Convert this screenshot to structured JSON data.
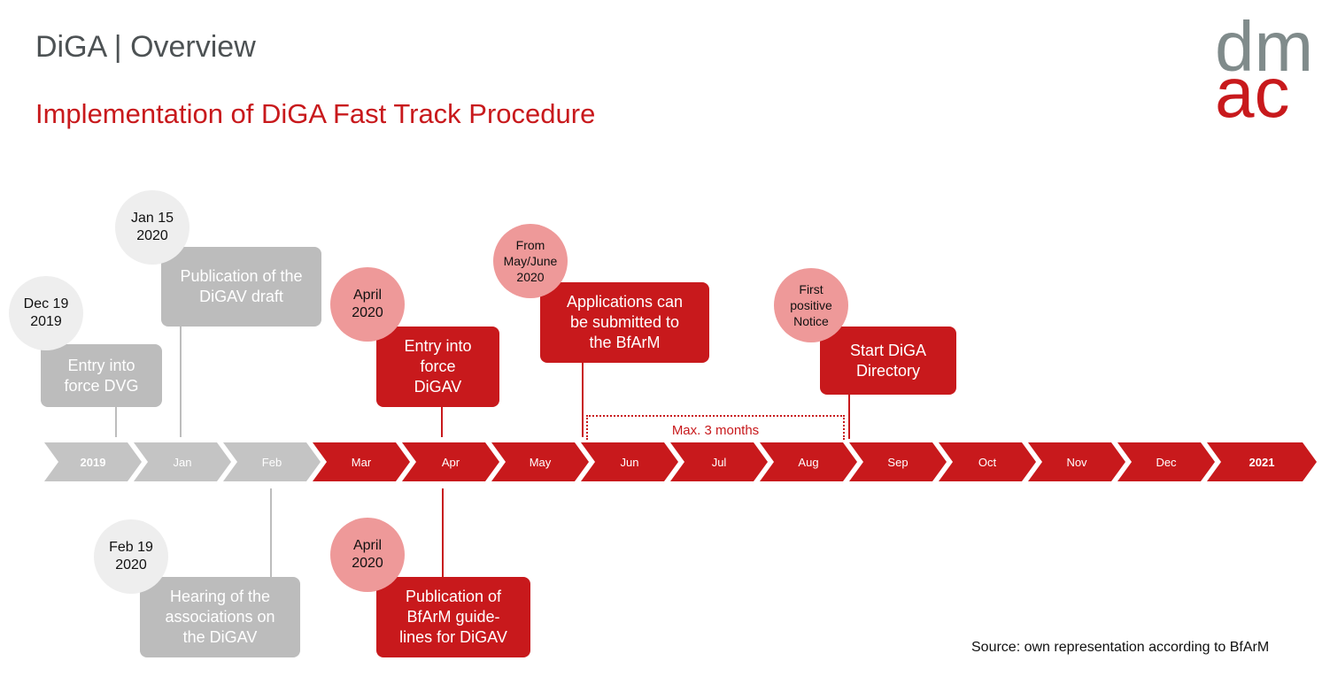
{
  "header": {
    "title": "DiGA | Overview",
    "subtitle": "Implementation of DiGA Fast Track Procedure",
    "logo": {
      "top": "dm",
      "bottom": "ac",
      "colors": [
        "#808b8b",
        "#c8191c",
        "#f5c200"
      ]
    }
  },
  "timeline": {
    "segments": [
      {
        "label": "2019",
        "bold": true,
        "color": "#c4c4c4"
      },
      {
        "label": "Jan",
        "bold": false,
        "color": "#c4c4c4"
      },
      {
        "label": "Feb",
        "bold": false,
        "color": "#c4c4c4"
      },
      {
        "label": "Mar",
        "bold": false,
        "color": "#c8191c"
      },
      {
        "label": "Apr",
        "bold": false,
        "color": "#c8191c"
      },
      {
        "label": "May",
        "bold": false,
        "color": "#c8191c"
      },
      {
        "label": "Jun",
        "bold": false,
        "color": "#c8191c"
      },
      {
        "label": "Jul",
        "bold": false,
        "color": "#c8191c"
      },
      {
        "label": "Aug",
        "bold": false,
        "color": "#c8191c"
      },
      {
        "label": "Sep",
        "bold": false,
        "color": "#c8191c"
      },
      {
        "label": "Oct",
        "bold": false,
        "color": "#c8191c"
      },
      {
        "label": "Nov",
        "bold": false,
        "color": "#c8191c"
      },
      {
        "label": "Dec",
        "bold": false,
        "color": "#c8191c"
      },
      {
        "label": "2021",
        "bold": true,
        "color": "#c8191c"
      }
    ],
    "span": {
      "label": "Max. 3 months"
    }
  },
  "events": {
    "dvg": {
      "date": "Dec 19\n2019",
      "text": "Entry into\nforce DVG"
    },
    "draft": {
      "date": "Jan 15\n2020",
      "text": "Publication of the\nDiGAV draft"
    },
    "hearing": {
      "date": "Feb 19\n2020",
      "text": "Hearing of the\nassociations on\nthe DiGAV"
    },
    "digav": {
      "date": "April\n2020",
      "text": "Entry into\nforce\nDiGAV"
    },
    "guidelines": {
      "date": "April\n2020",
      "text": "Publication of\nBfArM guide-\nlines for DiGAV"
    },
    "applications": {
      "date": "From\nMay/June\n2020",
      "text": "Applications can\nbe submitted to\nthe BfArM"
    },
    "directory": {
      "date": "First\npositive\nNotice",
      "text": "Start DiGA\nDirectory"
    }
  },
  "footer": {
    "source": "Source: own representation according to BfArM"
  }
}
